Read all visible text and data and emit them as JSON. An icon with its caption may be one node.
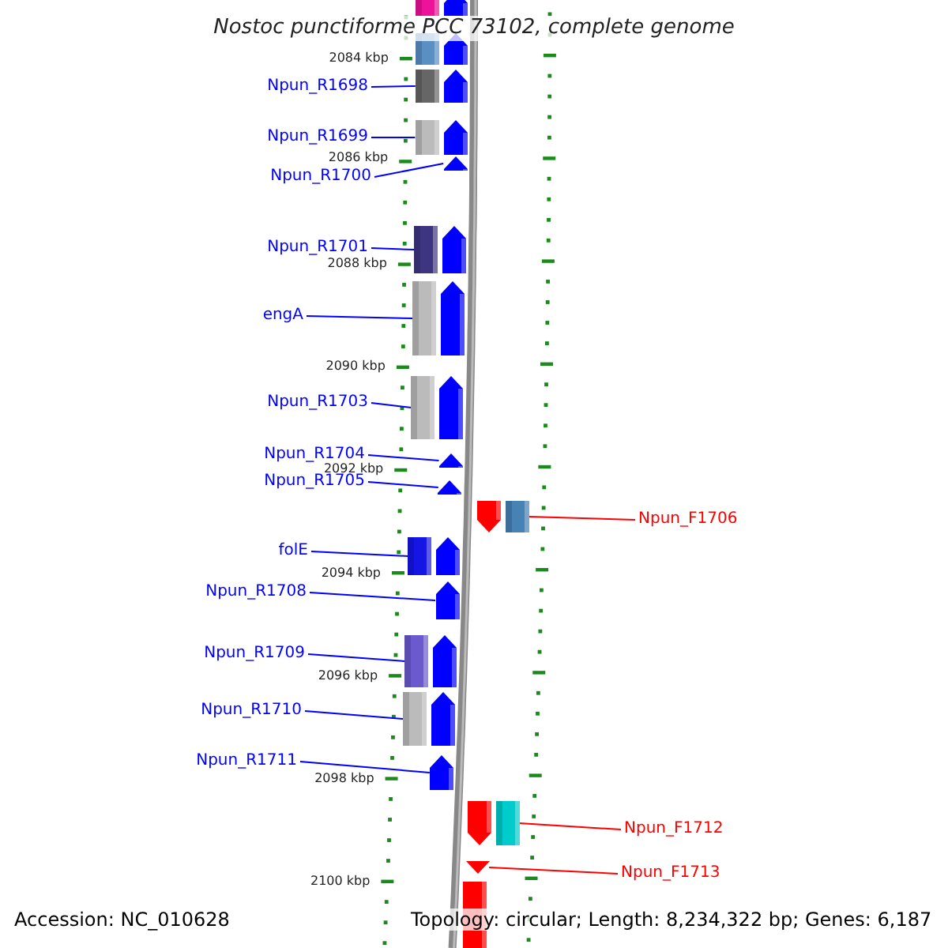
{
  "diagram": {
    "title": "Nostoc punctiforme PCC 73102, complete genome",
    "nodes": [
      {
        "text": [],
        "shape": "arrow"
      },
      {
        "text": [],
        "shape": "arrow"
      },
      {
        "text": [
          "Npun_R1698"
        ]
      },
      {
        "text": [],
        "shape": "arrow"
      },
      {
        "text": [
          "Npun_R1699"
        ]
      },
      {
        "text": [],
        "shape": "arrow"
      },
      {
        "text": [
          "Npun_R1700"
        ]
      },
      {
        "text": [],
        "shape": "arrow"
      },
      {
        "text": [
          "Npun_R1701"
        ]
      },
      {
        "text": [],
        "shape": "arrow"
      },
      {
        "text": [
          "engA"
        ]
      },
      {
        "text": [],
        "shape": "arrow"
      },
      {
        "text": [
          "Npun_R1703"
        ]
      },
      {
        "text": [],
        "shape": "arrow"
      },
      {
        "text": [
          "Npun_R1704"
        ]
      },
      {
        "text": [],
        "shape": "arrow"
      },
      {
        "text": [
          "Npun_R1705"
        ]
      },
      {
        "text": [],
        "shape": "arrow"
      },
      {
        "text": [
          "Npun_F1706"
        ]
      },
      {
        "text": [],
        "shape": "arrow"
      },
      {
        "text": [
          "folE"
        ]
      },
      {
        "text": [],
        "shape": "arrow"
      },
      {
        "text": [
          "Npun_R1708"
        ]
      },
      {
        "text": [],
        "shape": "arrow"
      },
      {
        "text": [
          "Npun_R1709"
        ]
      },
      {
        "text": [],
        "shape": "arrow"
      },
      {
        "text": [
          "Npun_R1710"
        ]
      },
      {
        "text": [],
        "shape": "arrow"
      },
      {
        "text": [
          "Npun_R1711"
        ]
      },
      {
        "text": [],
        "shape": "arrow"
      },
      {
        "text": [
          "Npun_F1712"
        ]
      },
      {
        "text": [],
        "shape": "arrow"
      },
      {
        "text": [
          "Npun_F1713"
        ]
      },
      {
        "text": [],
        "shape": "arrow"
      },
      {
        "text": [],
        "shape": "arrow"
      }
    ],
    "edges": [
      {
        "from": 2,
        "to": 3,
        "arrow": "none"
      },
      {
        "from": 4,
        "to": 5,
        "arrow": "none"
      },
      {
        "from": 6,
        "to": 7,
        "arrow": "none"
      },
      {
        "from": 8,
        "to": 9,
        "arrow": "none"
      },
      {
        "from": 10,
        "to": 11,
        "arrow": "none"
      },
      {
        "from": 12,
        "to": 13,
        "arrow": "none"
      },
      {
        "from": 14,
        "to": 15,
        "arrow": "none"
      },
      {
        "from": 16,
        "to": 17,
        "arrow": "none"
      },
      {
        "from": 18,
        "to": 19,
        "arrow": "none",
        "color": "#ff0000"
      },
      {
        "from": 20,
        "to": 21,
        "arrow": "none"
      },
      {
        "from": 22,
        "to": 23,
        "arrow": "none"
      },
      {
        "from": 24,
        "to": 25,
        "arrow": "none"
      },
      {
        "from": 26,
        "to": 27,
        "arrow": "none"
      },
      {
        "from": 28,
        "to": 29,
        "arrow": "none"
      },
      {
        "from": 30,
        "to": 31,
        "arrow": "none",
        "color": "#ff0000"
      },
      {
        "from": 32,
        "to": 33,
        "arrow": "none",
        "color": "#ff0000"
      }
    ],
    "labels": [
      "2084 kbp",
      "2086 kbp",
      "2088 kbp",
      "2090 kbp",
      "2092 kbp",
      "2094 kbp",
      "2096 kbp",
      "2098 kbp",
      "2100 kbp",
      "Accession: NC_010628",
      "Topology: circular; Length: 8,234,322 bp; Genes: 6,187"
    ]
  }
}
